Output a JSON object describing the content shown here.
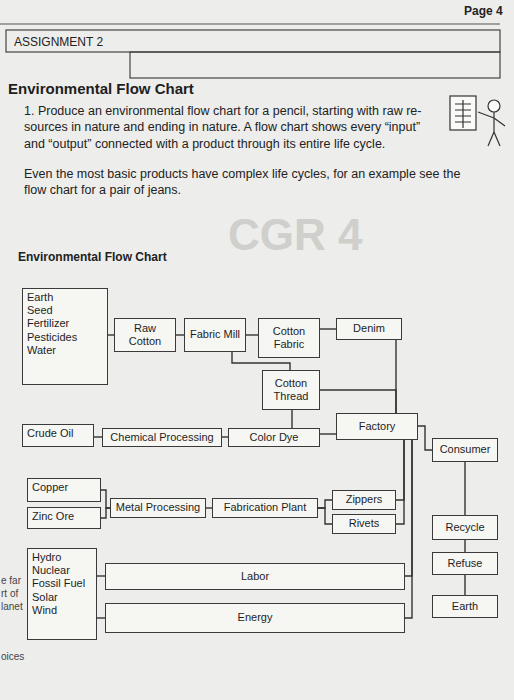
{
  "diagram": {
    "title": "Environmental Flow Chart",
    "nodes": [
      {
        "text": [
          "Earth",
          "Seed",
          "Fertilizer",
          "Pesticides",
          "Water"
        ]
      },
      {
        "text": [
          "Raw Cotton"
        ]
      },
      {
        "text": [
          "Fabric Mill"
        ]
      },
      {
        "text": [
          "Cotton Fabric"
        ]
      },
      {
        "text": [
          "Denim"
        ]
      },
      {
        "text": [
          "Cotton Thread"
        ]
      },
      {
        "text": [
          "Crude Oil"
        ]
      },
      {
        "text": [
          "Chemical Processing"
        ]
      },
      {
        "text": [
          "Color Dye"
        ]
      },
      {
        "text": [
          "Factory"
        ]
      },
      {
        "text": [
          "Consumer"
        ]
      },
      {
        "text": [
          "Copper"
        ]
      },
      {
        "text": [
          "Zinc Ore"
        ]
      },
      {
        "text": [
          "Metal Processing"
        ]
      },
      {
        "text": [
          "Fabrication Plant"
        ]
      },
      {
        "text": [
          "Zippers"
        ]
      },
      {
        "text": [
          "Rivets"
        ]
      },
      {
        "text": [
          "Recycle"
        ]
      },
      {
        "text": [
          "Refuse"
        ]
      },
      {
        "text": [
          "Earth"
        ]
      },
      {
        "text": [
          "Hydro",
          "Nuclear",
          "Fossil Fuel",
          "Solar",
          "Wind"
        ]
      },
      {
        "text": [
          "Labor"
        ]
      },
      {
        "text": [
          "Energy"
        ]
      }
    ],
    "edges": [
      {
        "from": 0,
        "to": 1,
        "arrow": "none"
      },
      {
        "from": 1,
        "to": 2,
        "arrow": "none"
      },
      {
        "from": 2,
        "to": 3,
        "arrow": "none"
      },
      {
        "from": 3,
        "to": 4,
        "arrow": "none"
      },
      {
        "from": 2,
        "to": 5,
        "arrow": "none"
      },
      {
        "from": 4,
        "to": 9,
        "arrow": "none"
      },
      {
        "from": 5,
        "to": 9,
        "arrow": "none"
      },
      {
        "from": 6,
        "to": 7,
        "arrow": "none"
      },
      {
        "from": 7,
        "to": 8,
        "arrow": "none"
      },
      {
        "from": 8,
        "to": 5,
        "arrow": "none"
      },
      {
        "from": 8,
        "to": 9,
        "arrow": "none"
      },
      {
        "from": 11,
        "to": 13,
        "arrow": "none"
      },
      {
        "from": 12,
        "to": 13,
        "arrow": "none"
      },
      {
        "from": 13,
        "to": 14,
        "arrow": "none"
      },
      {
        "from": 14,
        "to": 15,
        "arrow": "none"
      },
      {
        "from": 14,
        "to": 16,
        "arrow": "none"
      },
      {
        "from": 15,
        "to": 9,
        "arrow": "none"
      },
      {
        "from": 16,
        "to": 9,
        "arrow": "none"
      },
      {
        "from": 9,
        "to": 10,
        "arrow": "none"
      },
      {
        "from": 10,
        "to": 17,
        "arrow": "none"
      },
      {
        "from": 17,
        "to": 18,
        "arrow": "none"
      },
      {
        "from": 18,
        "to": 19,
        "arrow": "none"
      },
      {
        "from": 20,
        "to": 21,
        "arrow": "none"
      },
      {
        "from": 20,
        "to": 22,
        "arrow": "none"
      },
      {
        "from": 21,
        "to": 9,
        "arrow": "none"
      },
      {
        "from": 22,
        "to": 9,
        "arrow": "none"
      }
    ],
    "labels": [
      "Page 4",
      "ASSIGNMENT 2",
      "1. Produce an environmental flow chart for a pencil, starting with raw re- sources in nature and ending in nature. A flow chart shows every “input” and “output” connected with a product through its entire life cycle.",
      "Even the most basic products have complex life cycles, for an example see the flow chart for a pair of jeans.",
      "Environmental Flow Chart",
      "CGR 4",
      "e far",
      "rt of",
      "lanet",
      "oices"
    ]
  }
}
